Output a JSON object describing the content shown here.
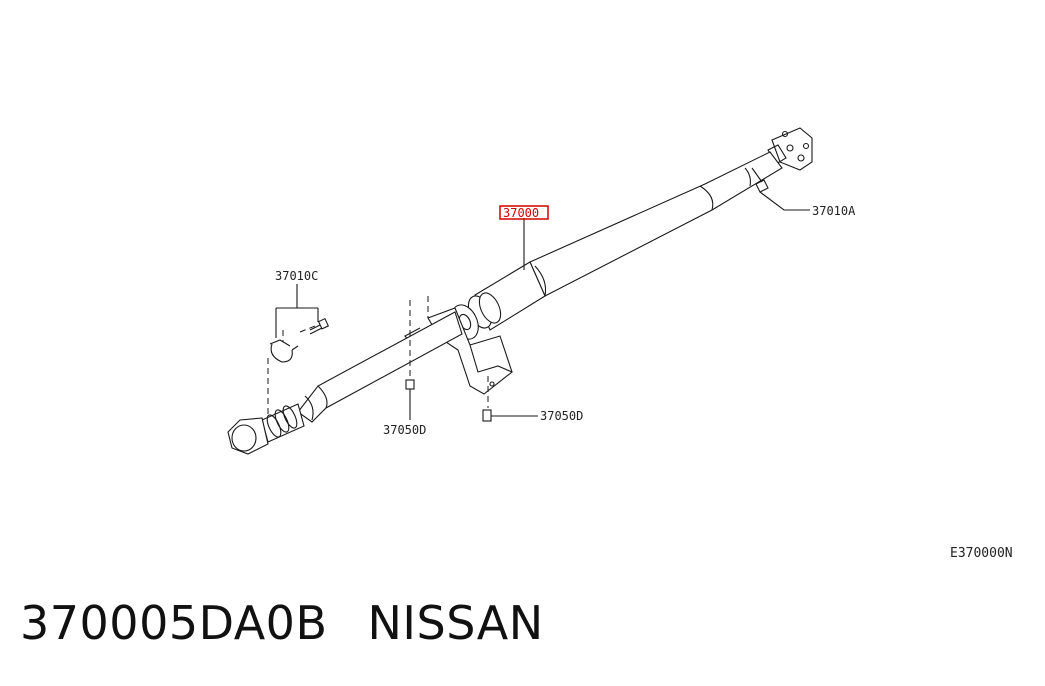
{
  "diagram": {
    "callouts": {
      "shaft": "37000",
      "flange_bolt": "37010A",
      "joint_bolt": "37010C",
      "bracket_bolt_left": "37050D",
      "bracket_bolt_right": "37050D"
    },
    "diagram_code": "E370000N",
    "highlight_color": "#d40000"
  },
  "caption": {
    "part_number": "370005DA0B",
    "brand": "NISSAN"
  }
}
